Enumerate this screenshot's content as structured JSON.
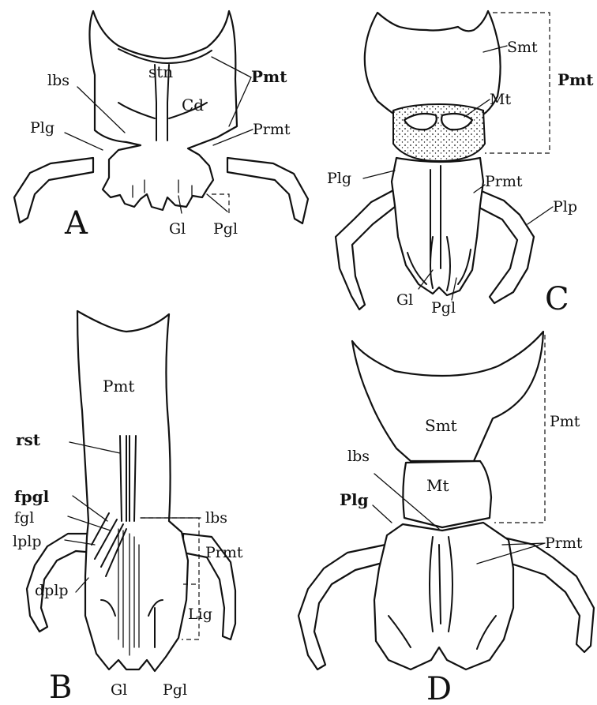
{
  "panels": {
    "A": {
      "letter": "A",
      "labels": {
        "stn": "stn",
        "cd": "Cd",
        "lbs": "lbs",
        "pmt": "Pmt",
        "plg": "Plg",
        "prmt": "Prmt",
        "gl": "Gl",
        "pgl": "Pgl"
      }
    },
    "B": {
      "letter": "B",
      "labels": {
        "pmt": "Pmt",
        "rst": "rst",
        "fpgl": "fpgl",
        "fgl": "fgl",
        "lplp": "lplp",
        "lbs": "lbs",
        "prmt": "Prmt",
        "dplp": "dplp",
        "lig": "Lig",
        "gl": "Gl",
        "pgl": "Pgl"
      }
    },
    "C": {
      "letter": "C",
      "labels": {
        "smt": "Smt",
        "pmt": "Pmt",
        "mt": "Mt",
        "plg": "Plg",
        "prmt": "Prmt",
        "plp": "Plp",
        "gl": "Gl",
        "pgl": "Pgl"
      }
    },
    "D": {
      "letter": "D",
      "labels": {
        "smt": "Smt",
        "pmt": "Pmt",
        "lbs": "lbs",
        "mt": "Mt",
        "plg": "Plg",
        "prmt": "Prmt"
      }
    }
  }
}
